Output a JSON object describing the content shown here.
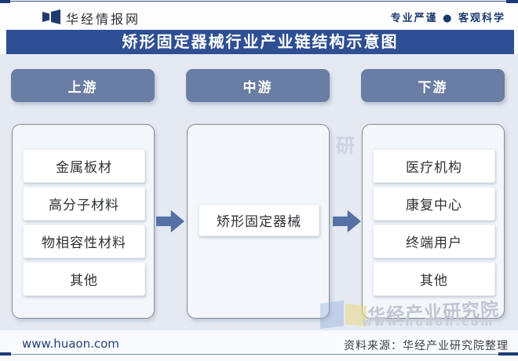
{
  "topbar": {
    "brand": "华经情报网",
    "slogan": "专业严谨 ● 客观科学"
  },
  "title": "矫形固定器械行业产业链结构示意图",
  "columns": [
    {
      "header": "上游",
      "items": [
        "金属板材",
        "高分子材料",
        "物相容性材料",
        "其他"
      ]
    },
    {
      "header": "中游",
      "items": [
        "矫形固定器械"
      ]
    },
    {
      "header": "下游",
      "items": [
        "医疗机构",
        "康复中心",
        "终端用户",
        "其他"
      ]
    }
  ],
  "watermarks": {
    "fragment": "研",
    "brand_large": "华经产业研究院",
    "url_large": "www.huaon.com"
  },
  "footer": {
    "url": "www.huaon.com",
    "source": "资料来源：华经产业研究院整理"
  },
  "colors": {
    "title_bar": "#2e4f93",
    "header_pill": "#6a7da3",
    "arrow": "#5570a4",
    "accent_dark": "#1e3a75",
    "main_background": "#e4e9f2"
  }
}
